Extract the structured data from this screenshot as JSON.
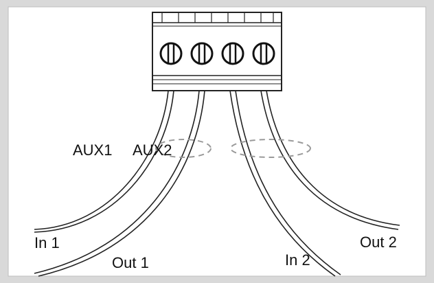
{
  "labels": {
    "aux1": "AUX1",
    "aux2": "AUX2",
    "in1": "In 1",
    "out1": "Out 1",
    "in2": "In 2",
    "out2": "Out 2"
  },
  "colors": {
    "frame": "#d9d9d9",
    "background": "#ffffff",
    "line": "#222222",
    "dashed": "#9a9a9a"
  },
  "icons": {
    "terminal_block": "terminal-block-icon",
    "screw": "screw-icon"
  }
}
